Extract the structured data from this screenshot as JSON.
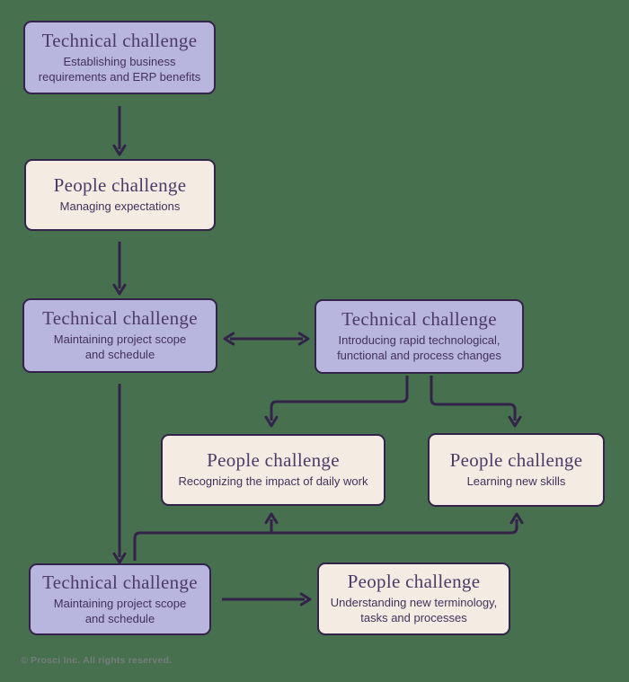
{
  "diagram": {
    "background_color": "#47704f",
    "palette": {
      "technical_fill": "#b8b5de",
      "people_fill": "#f4ebe2",
      "line_and_border": "#33224a",
      "title_text": "#4e3a69",
      "subtitle_text": "#44315d",
      "copyright_text": "#767b7d"
    },
    "boxes": [
      {
        "id": "technical-1",
        "type": "technical",
        "title": "Technical challenge",
        "subtitle": "Establishing business requirements and ERP benefits"
      },
      {
        "id": "people-1",
        "type": "people",
        "title": "People challenge",
        "subtitle": "Managing expectations"
      },
      {
        "id": "technical-2",
        "type": "technical",
        "title": "Technical challenge",
        "subtitle": "Maintaining project scope and schedule"
      },
      {
        "id": "technical-3",
        "type": "technical",
        "title": "Technical challenge",
        "subtitle": "Introducing rapid technological, functional and process changes"
      },
      {
        "id": "people-2",
        "type": "people",
        "title": "People challenge",
        "subtitle": "Recognizing the impact of daily work"
      },
      {
        "id": "people-3",
        "type": "people",
        "title": "People challenge",
        "subtitle": "Learning new skills"
      },
      {
        "id": "technical-4",
        "type": "technical",
        "title": "Technical challenge",
        "subtitle": "Maintaining project scope and schedule"
      },
      {
        "id": "people-4",
        "type": "people",
        "title": "People challenge",
        "subtitle": "Understanding new terminology, tasks and processes"
      }
    ],
    "footer": {
      "copyright": "© Prosci Inc. All rights reserved."
    }
  }
}
